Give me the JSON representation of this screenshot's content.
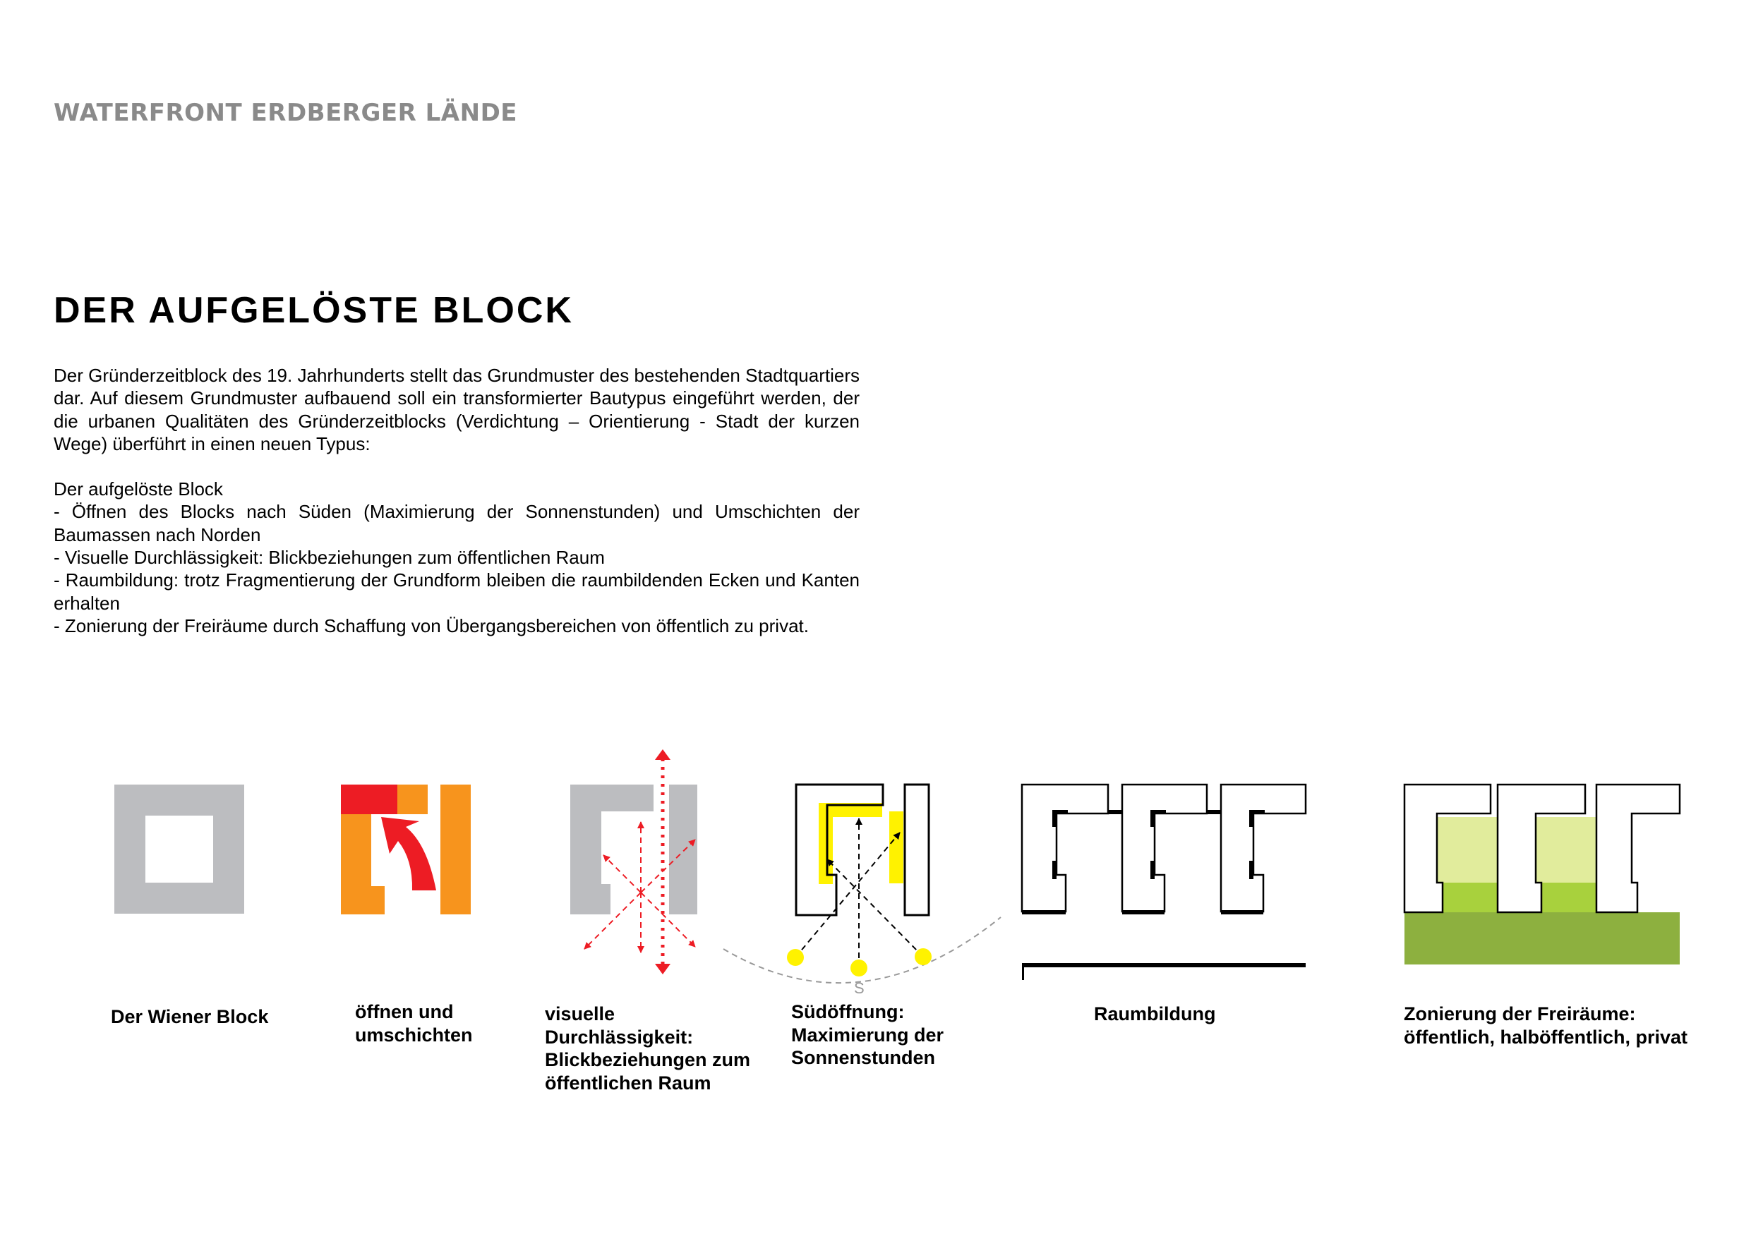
{
  "header": {
    "project_title": "WATERFRONT ERDBERGER LÄNDE"
  },
  "main": {
    "heading": "DER AUFGELÖSTE BLOCK",
    "paragraphs": [
      "Der Gründerzeitblock des 19. Jahrhunderts stellt das Grundmuster des bestehenden Stadtquartiers dar. Auf diesem Grundmuster aufbauend soll ein transformierter Bautypus eingeführt werden, der die urbanen Qualitäten des Gründerzeitblocks (Verdichtung – Orientierung - Stadt der kurzen Wege) überführt in einen neuen Typus:",
      "Der aufgelöste Block",
      "- Öffnen des Blocks nach Süden (Maximierung der Sonnenstunden) und Umschichten der Baumassen nach Norden",
      "- Visuelle Durchlässigkeit: Blickbeziehungen zum öffentlichen Raum",
      "- Raumbildung: trotz Fragmentierung der Grundform bleiben die raumbildenden Ecken und Kanten erhalten",
      "- Zonierung der Freiräume durch Schaffung von Übergangsbereichen von öffentlich zu privat."
    ]
  },
  "diagrams": {
    "south_label": "S",
    "captions": [
      "Der Wiener Block",
      "öffnen und\numschichten",
      "visuelle\nDurchlässigkeit:\nBlickbeziehungen zum\nöffentlichen Raum",
      "Südöffnung:\nMaximierung der\nSonnenstunden",
      "Raumbildung",
      "Zonierung der Freiräume:\nöffentlich, halböffentlich, privat"
    ]
  },
  "colors": {
    "block_gray": "#bcbdc0",
    "red": "#ed1c24",
    "orange": "#f7941d",
    "yellow": "#fff200",
    "green_light": "#e1ec9c",
    "green_mid": "#a8d13d",
    "green_dark": "#8db03f",
    "title_gray": "#8a8a8a"
  }
}
